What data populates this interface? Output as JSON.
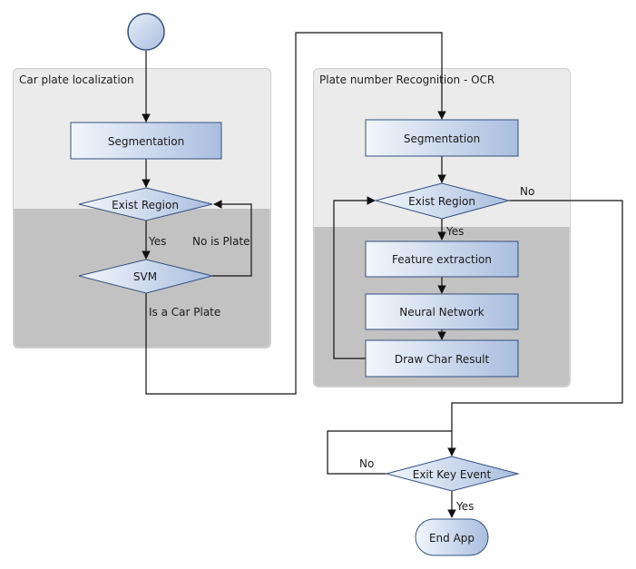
{
  "colors": {
    "node_fill_light": "#f2f6fc",
    "node_fill_dark": "#a9bedf",
    "node_stroke": "#34507f",
    "container_top": "#ebebeb",
    "container_bottom": "#c2c2c2",
    "edge": "#111111"
  },
  "containers": {
    "left_title": "Car plate localization",
    "right_title": "Plate number Recognition - OCR"
  },
  "nodes": {
    "start": "",
    "seg_left": "Segmentation",
    "exist_left": "Exist Region",
    "svm": "SVM",
    "seg_right": "Segmentation",
    "exist_right": "Exist Region",
    "feature": "Feature extraction",
    "neural": "Neural Network",
    "draw": "Draw Char Result",
    "exit_key": "Exit Key Event",
    "end": "End App"
  },
  "edge_labels": {
    "yes_left": "Yes",
    "no_plate": "No is Plate",
    "is_car_plate": "Is a Car Plate",
    "no_right": "No",
    "yes_right": "Yes",
    "no_exit": "No",
    "yes_exit": "Yes"
  }
}
